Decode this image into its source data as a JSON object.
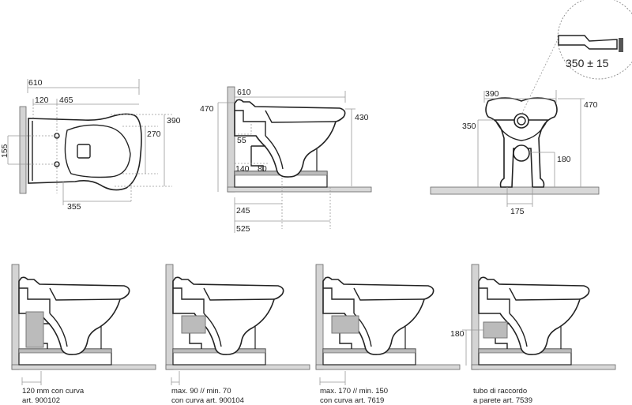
{
  "plan_view": {
    "overall_length": "610",
    "wall_to_fixing": "120",
    "fixing_to_front": "465",
    "overall_width": "390",
    "inner_width": "270",
    "fixing_spacing": "155",
    "drain_distance": "355"
  },
  "side_view": {
    "overall_length": "610",
    "height": "470",
    "rim_height": "430",
    "step_55": "55",
    "drain_140": "140",
    "drain_80": "80",
    "drain_245": "245",
    "base_525": "525"
  },
  "front_view": {
    "width": "390",
    "height": "470",
    "outlet_height": "350",
    "inlet_height": "180",
    "base_width": "175"
  },
  "detail_callout": {
    "label": "350 ± 15"
  },
  "installations": [
    {
      "line1": "120 mm con curva",
      "line2": "art. 900102"
    },
    {
      "line1": "max. 90 // min. 70",
      "line2": "con curva art. 900104"
    },
    {
      "line1": "max. 170 // min. 150",
      "line2": "con curva art. 7619"
    },
    {
      "line1": "tubo di raccordo",
      "line2": "a parete art. 7539",
      "dim": "180"
    }
  ]
}
